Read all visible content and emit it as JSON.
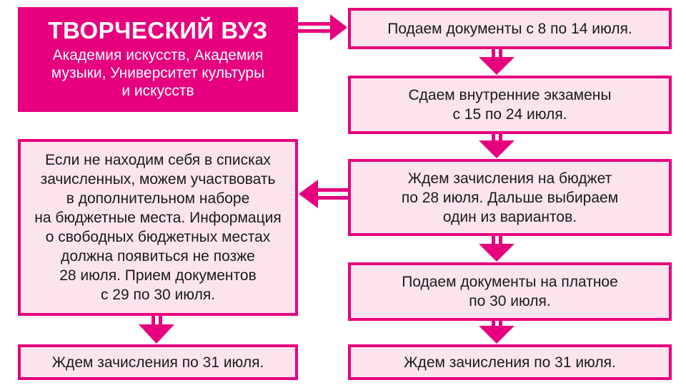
{
  "title_box": {
    "heading": "ТВОРЧЕСКИЙ ВУЗ",
    "subtitle": "Академия искусств, Академия\nмузыки, Университет культуры\nи искусств"
  },
  "right_column": [
    "Подаем документы с 8 по 14 июля.",
    "Сдаем внутренние экзамены\nс 15 по 24 июля.",
    "Ждем зачисления на бюджет\nпо 28 июля. Дальше выбираем\nодин из вариантов.",
    "Подаем документы на платное\nпо 30 июля.",
    "Ждем зачисления по 31 июля."
  ],
  "left_column": [
    "Если не находим себя в списках\nзачисленных, можем участвовать\nв дополнительном наборе\nна бюджетные места. Информация\nо свободных бюджетных местах\nдолжна появиться не позже\n28 июля. Прием документов\nс 29 по 30 июля.",
    "Ждем зачисления по 31 июля."
  ],
  "colors": {
    "accent": "#e6007e",
    "box_fill": "#fce4ef",
    "text": "#1a1a1a",
    "title_text": "#ffffff"
  }
}
